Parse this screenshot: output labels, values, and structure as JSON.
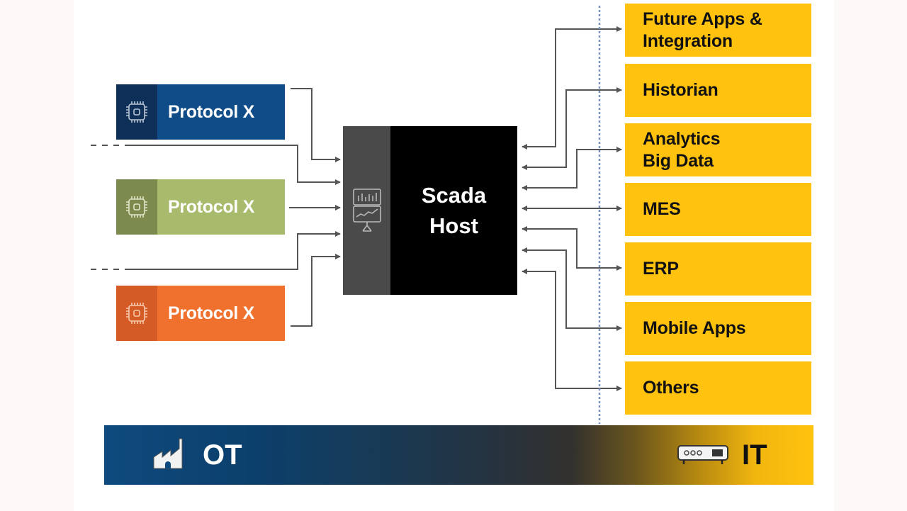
{
  "diagram": {
    "protocols": [
      {
        "label": "Protocol X",
        "color": "blue",
        "icon": "chip-icon"
      },
      {
        "label": "Protocol X",
        "color": "green",
        "icon": "chip-icon"
      },
      {
        "label": "Protocol X",
        "color": "orange",
        "icon": "chip-icon"
      }
    ],
    "host": {
      "line1": "Scada",
      "line2": "Host",
      "icon": "monitor-chart-icon"
    },
    "it_systems": [
      {
        "line1": "Future Apps &",
        "line2": "Integration"
      },
      {
        "line1": "Historian",
        "line2": ""
      },
      {
        "line1": "Analytics",
        "line2": "Big Data"
      },
      {
        "line1": "MES",
        "line2": ""
      },
      {
        "line1": "ERP",
        "line2": ""
      },
      {
        "line1": "Mobile Apps",
        "line2": ""
      },
      {
        "line1": "Others",
        "line2": ""
      }
    ],
    "banner": {
      "left_label": "OT",
      "left_icon": "factory-icon",
      "right_label": "IT",
      "right_icon": "server-icon"
    },
    "colors": {
      "ot_blue": "#0f4c88",
      "protocol_green": "#a8bb6c",
      "protocol_orange": "#f0712d",
      "it_yellow": "#ffc20e",
      "host_black": "#000000",
      "connector_gray": "#555555",
      "divider_blue": "#7a93c2"
    }
  }
}
